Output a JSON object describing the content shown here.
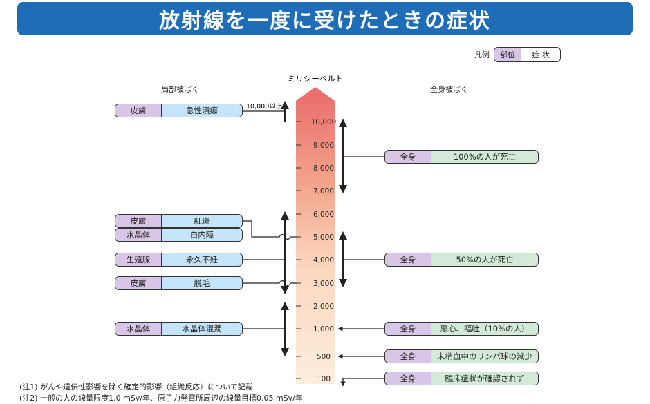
{
  "title": "放射線を一度に受けたときの症状",
  "legend": {
    "label": "凡例",
    "part": "部位",
    "symptom": "症 状"
  },
  "axis": {
    "unit": "ミリシーベルト",
    "top_label": "10,000以上",
    "ticks": [
      "10,000",
      "9,000",
      "8,000",
      "7,000",
      "6,000",
      "5,000",
      "4,000",
      "3,000",
      "2,000",
      "1,000",
      "500",
      "100"
    ]
  },
  "left_heading": "局部被ばく",
  "right_heading": "全身被ばく",
  "left_items": [
    {
      "part": "皮膚",
      "symptom": "急性潰瘍"
    },
    {
      "part": "皮膚",
      "symptom": "紅斑"
    },
    {
      "part": "水晶体",
      "symptom": "白内障"
    },
    {
      "part": "生殖腺",
      "symptom": "永久不妊"
    },
    {
      "part": "皮膚",
      "symptom": "脱毛"
    },
    {
      "part": "水晶体",
      "symptom": "水晶体混濁"
    }
  ],
  "right_items": [
    {
      "part": "全身",
      "symptom": "100%の人が死亡"
    },
    {
      "part": "全身",
      "symptom": "50%の人が死亡"
    },
    {
      "part": "全身",
      "symptom": "悪心、嘔吐（10%の人）"
    },
    {
      "part": "全身",
      "symptom": "末梢血中のリンパ球の減少"
    },
    {
      "part": "全身",
      "symptom": "臨床症状が確認されず"
    }
  ],
  "notes": [
    "(注1) がんや遺伝性影響を除く確定的影響（組織反応）について記載",
    "(注2) 一般の人の線量限度1.0 mSv/年、原子力発電所周辺の線量目標0.05 mSv/年"
  ]
}
